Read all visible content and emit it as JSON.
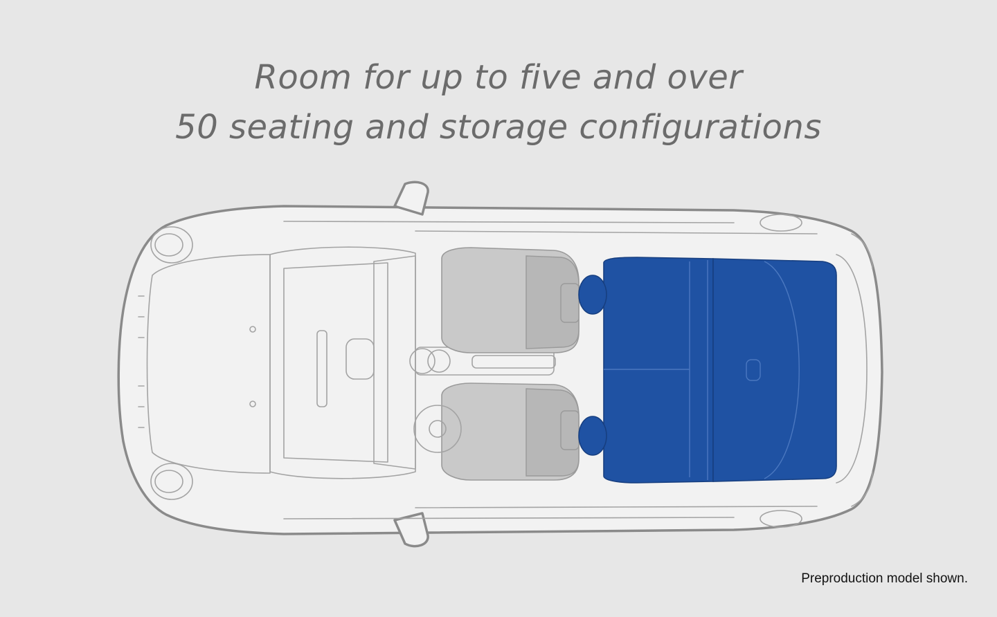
{
  "headline": {
    "line1": "Room for up to five and over",
    "line2": "50 seating and storage configurations"
  },
  "caption": "Preproduction model shown.",
  "colors": {
    "background": "#e7e7e7",
    "headline": "#6b6b6b",
    "highlight": "#1f52a3",
    "front_seats": "#c9c9c9"
  }
}
